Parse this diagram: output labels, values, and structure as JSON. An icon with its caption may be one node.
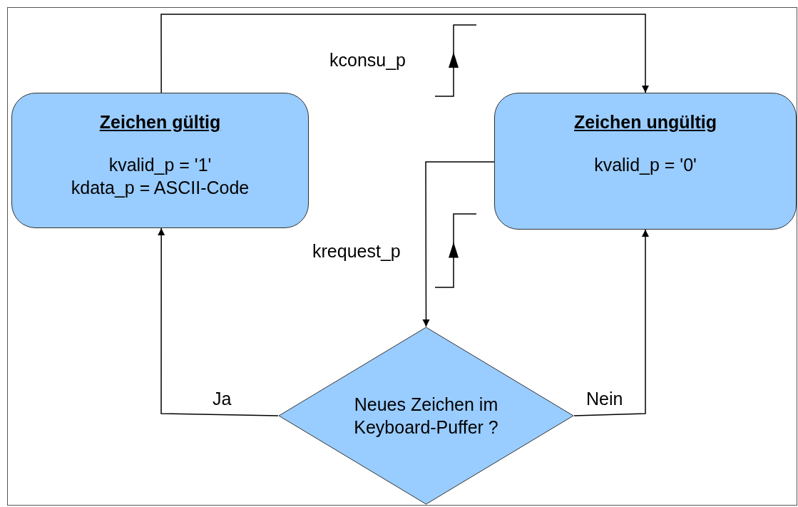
{
  "diagram": {
    "nodes": [
      {
        "text": [
          "Zeichen gültig",
          "kvalid_p = '1'",
          "kdata_p = ASCII-Code"
        ]
      },
      {
        "text": [
          "Zeichen ungültig",
          "kvalid_p = '0'"
        ]
      },
      {
        "text": [
          "Neues Zeichen im Keyboard-Puffer ?"
        ]
      }
    ],
    "edges": [
      {
        "from": 0,
        "to": 1,
        "arrow": "to",
        "label": "kconsu_p"
      },
      {
        "from": 1,
        "to": 2,
        "arrow": "to",
        "label": "krequest_p"
      },
      {
        "from": 2,
        "to": 0,
        "arrow": "to",
        "label": "Ja"
      },
      {
        "from": 2,
        "to": 1,
        "arrow": "to",
        "label": "Nein"
      }
    ]
  }
}
